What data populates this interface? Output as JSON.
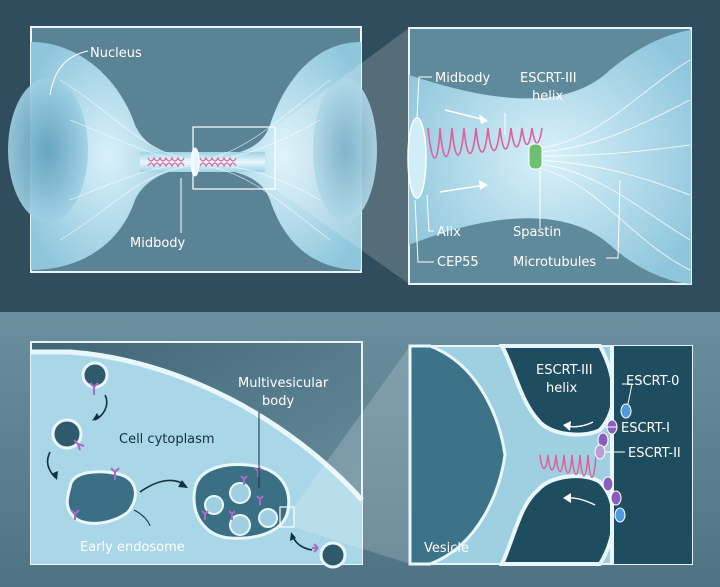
{
  "top": {
    "labels": {
      "nucleus": "Nucleus",
      "midbody_left": "Midbody",
      "midbody_right": "Midbody",
      "escrt3_line1": "ESCRT-III",
      "escrt3_line2": "helix",
      "alix": "Alix",
      "spastin": "Spastin",
      "cep55": "CEP55",
      "microtubules": "Microtubules"
    }
  },
  "bottom": {
    "labels": {
      "mvb_line1": "Multivesicular",
      "mvb_line2": "body",
      "cytoplasm": "Cell cytoplasm",
      "early_endosome": "Early endosome",
      "escrt3_line1": "ESCRT-III",
      "escrt3_line2": "helix",
      "escrt0": "ESCRT-0",
      "escrt1": "ESCRT-I",
      "escrt2": "ESCRT-II",
      "vesicle": "Vesicle"
    }
  },
  "colors": {
    "background_top": "#2f4d5c",
    "background_bottom": "#5a7f8f",
    "cell": "#bfe4f2",
    "helix": "#e0609a",
    "spastin": "#6cc070",
    "escrt_purple": "#8a5cc0",
    "escrt_blue": "#4c9be0"
  }
}
